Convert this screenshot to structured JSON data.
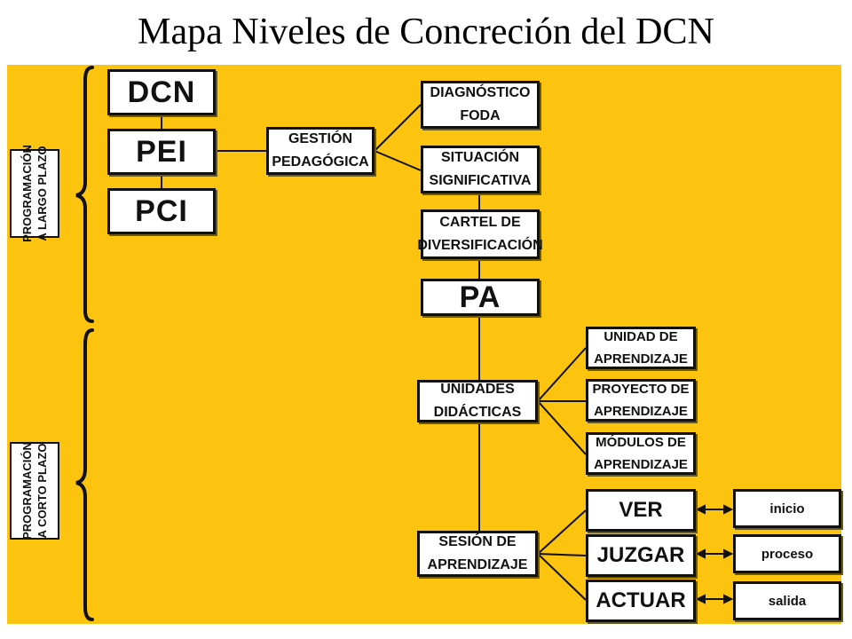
{
  "title": "Mapa Niveles de Concreción del DCN",
  "side_labels": {
    "long_term": [
      "PROGRAMACIÓN",
      "A LARGO PLAZO"
    ],
    "short_term": [
      "PROGRAMACIÓN",
      "A CORTO PLAZO"
    ]
  },
  "levels": {
    "dcn": "DCN",
    "pei": "PEI",
    "pci": "PCI",
    "pa": "PA"
  },
  "gestion": [
    "GESTIÓN",
    "PEDAGÓGICA"
  ],
  "diagnostico": [
    "DIAGNÓSTICO",
    "FODA"
  ],
  "situacion": [
    "SITUACIÓN",
    "SIGNIFICATIVA"
  ],
  "cartel": [
    "CARTEL DE",
    "DIVERSIFICACIÓN"
  ],
  "unidades": [
    "UNIDADES",
    "DIDÁCTICAS"
  ],
  "unidad_types": {
    "unidad": [
      "UNIDAD DE",
      "APRENDIZAJE"
    ],
    "proyecto": [
      "PROYECTO DE",
      "APRENDIZAJE"
    ],
    "modulos": [
      "MÓDULOS DE",
      "APRENDIZAJE"
    ]
  },
  "sesion": [
    "SESIÓN DE",
    "APRENDIZAJE"
  ],
  "actions": {
    "ver": "VER",
    "juzgar": "JUZGAR",
    "actuar": "ACTUAR"
  },
  "phases": {
    "inicio": "inicio",
    "proceso": "proceso",
    "salida": "salida"
  },
  "colors": {
    "background": "#fcc30f",
    "box": "#ffffff",
    "line": "#111111"
  }
}
